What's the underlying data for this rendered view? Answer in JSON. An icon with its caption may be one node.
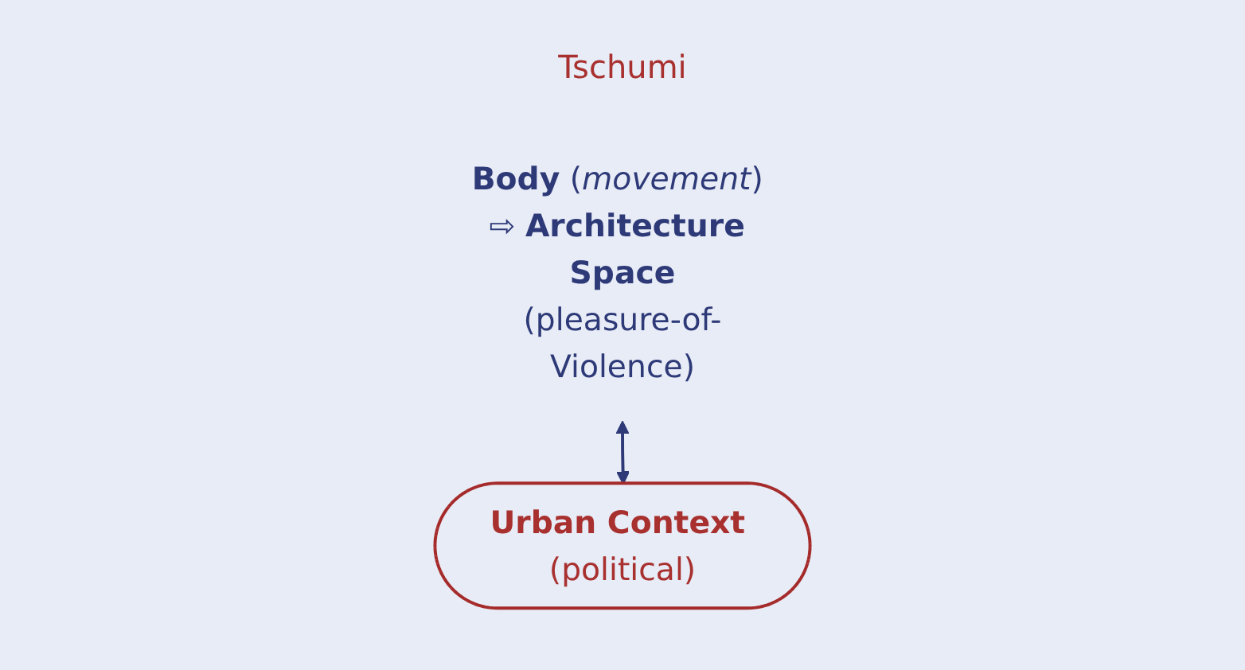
{
  "diagram": {
    "title": "Tschumi",
    "nodes": [
      {
        "text": [
          "**Body** (*movement*) ⇨ **Architecture Space**",
          "(pleasure-of-Violence)"
        ]
      },
      {
        "text": [
          "**Urban Context** (political)"
        ]
      }
    ],
    "edges": [
      {
        "from": 0,
        "to": 1,
        "arrow": "both"
      }
    ]
  }
}
